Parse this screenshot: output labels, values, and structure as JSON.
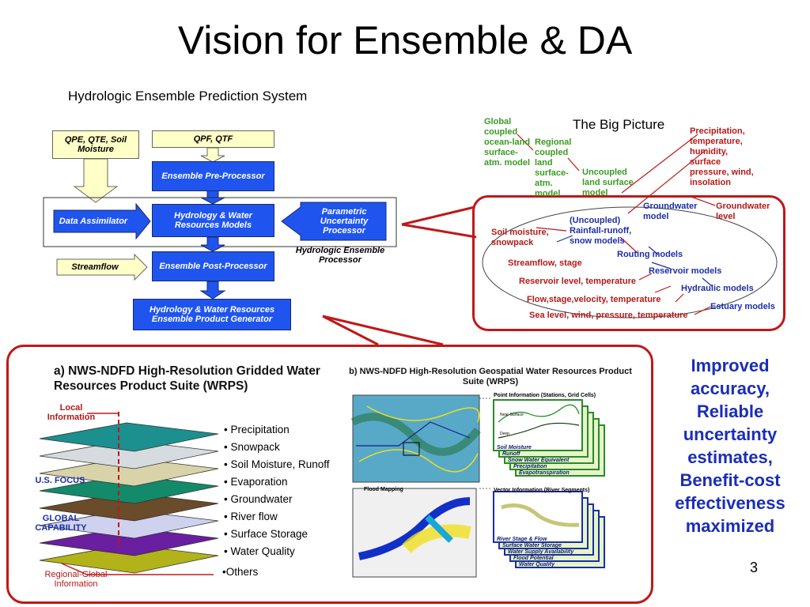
{
  "title": "Vision for Ensemble & DA",
  "hydro_system_label": "Hydrologic Ensemble Prediction System",
  "flow": {
    "qpe": "QPE, QTE, Soil Moisture",
    "qpf": "QPF, QTF",
    "pre_processor": "Ensemble Pre-Processor",
    "data_assimilator": "Data Assimilator",
    "hydro_models": "Hydrology & Water Resources Models",
    "parametric": "Parametric Uncertainty Processor",
    "processor_label": "Hydrologic Ensemble Processor",
    "streamflow": "Streamflow",
    "post_processor": "Ensemble Post-Processor",
    "product_generator": "Hydrology & Water Resources Ensemble Product Generator"
  },
  "big_picture": {
    "title": "The Big Picture",
    "global": "Global coupled ocean-land surface-atm. model",
    "regional": "Regional coupled land surface-atm. model",
    "uncoupled_land": "Uncoupled land surface model",
    "precip_list": "Precipitation, temperature, humidity, surface pressure, wind, insolation",
    "gw_model": "Groundwater model",
    "gw_level": "Groundwater level",
    "soil": "Soil moisture, snowpack",
    "rainfall_runoff": "(Uncoupled) Rainfall-runoff, snow models",
    "routing": "Routing models",
    "streamflow_stage": "Streamflow, stage",
    "reservoir_models": "Reservoir models",
    "reservoir_level": "Reservoir level, temperature",
    "hydraulic": "Hydraulic models",
    "flow_stage": "Flow,stage,velocity, temperature",
    "estuary": "Estuary models",
    "sea_level": "Sea level, wind, pressure, temperature"
  },
  "wrps": {
    "title_a": "a) NWS-NDFD High-Resolution Gridded Water Resources Product Suite (WRPS)",
    "local_info": "Local Information",
    "us_focus": "U.S. FOCUS",
    "global_capability": "GLOBAL CAPABILITY",
    "regional_global": "Regional-Global Information",
    "layers": [
      "• Precipitation",
      "• Snowpack",
      "• Soil Moisture, Runoff",
      "• Evaporation",
      "• Groundwater",
      "• River flow",
      "• Surface Storage",
      "• Water Quality",
      "•Others"
    ],
    "layer_colors": [
      "#1c8f8f",
      "#d6dbe0",
      "#d8d3a8",
      "#138a6a",
      "#6a4b2a",
      "#cfd2ee",
      "#6a1ea0",
      "#b2b21a"
    ],
    "title_b": "b) NWS-NDFD High-Resolution Geospatial Water Resources Product Suite (WRPS)",
    "point_info": "Point Information (Stations, Grid Cells)",
    "near_surface": "Near-Surface",
    "deep": "Deep",
    "point_cards": [
      "Soil Moisture",
      "Runoff",
      "Snow Water Equivalent",
      "Precipitation",
      "Evapotranspiration"
    ],
    "flood_mapping": "Flood Mapping",
    "vector_info": "Vector Information (River Segments)",
    "vector_cards": [
      "River Stage & Flow",
      "Surface Water Storage",
      "Water Supply Availability",
      "Flood Potential",
      "Water Quality"
    ]
  },
  "improved": "Improved accuracy, Reliable uncertainty estimates, Benefit-cost effectiveness maximized",
  "slide_number": "3",
  "colors": {
    "accent_red": "#c01818",
    "accent_blue": "#1a2db8",
    "box_blue": "#1f55ee",
    "box_yellow": "#ffffc8"
  }
}
